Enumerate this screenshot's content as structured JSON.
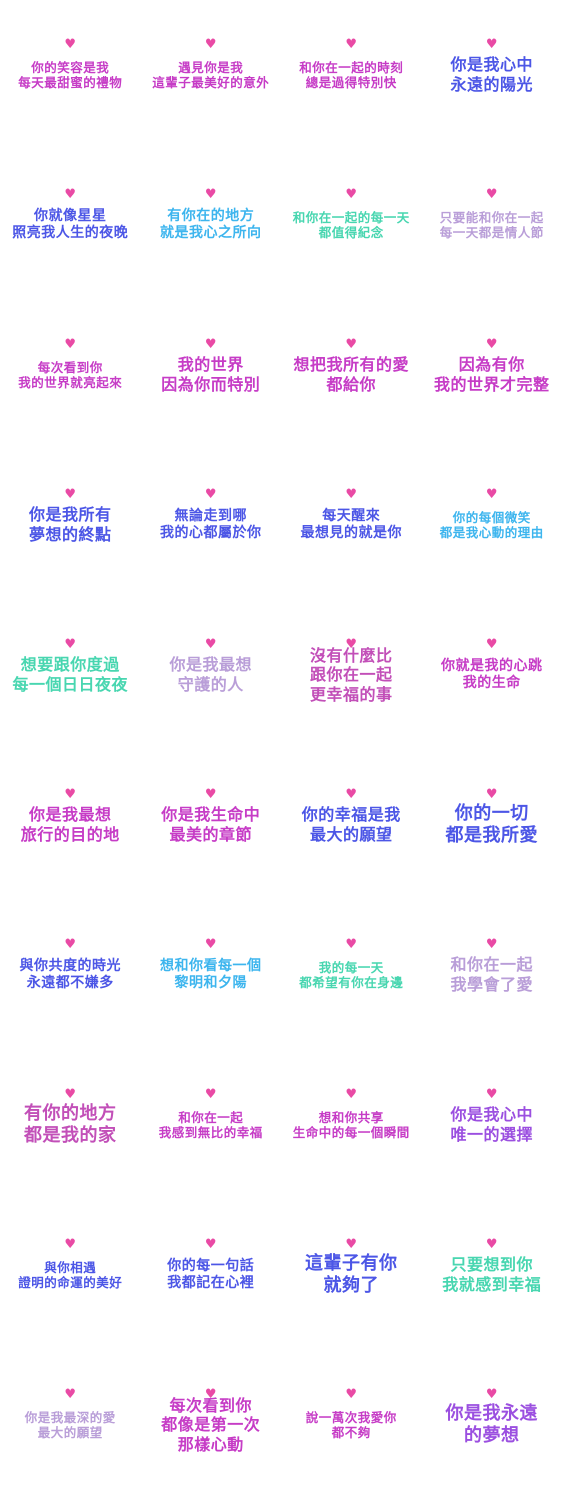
{
  "colors": {
    "heart": "#e94aa5",
    "magenta": "#c63cc6",
    "purple": "#9b4fe0",
    "blue": "#4c56e6",
    "sky": "#3db5ee",
    "teal": "#48d6b0",
    "lilac": "#b99ed8",
    "pink": "#c24fb8"
  },
  "heart_glyph": "♥",
  "stickers": [
    {
      "lines": [
        "你的笑容是我",
        "每天最甜蜜的禮物"
      ],
      "color": "magenta",
      "size": "xs"
    },
    {
      "lines": [
        "遇見你是我",
        "這輩子最美好的意外"
      ],
      "color": "magenta",
      "size": "xs"
    },
    {
      "lines": [
        "和你在一起的時刻",
        "總是過得特別快"
      ],
      "color": "magenta",
      "size": "xs"
    },
    {
      "lines": [
        "你是我心中",
        "永遠的陽光"
      ],
      "color": "blue",
      "size": "md"
    },
    {
      "lines": [
        "你就像星星",
        "照亮我人生的夜晚"
      ],
      "color": "blue",
      "size": "sm"
    },
    {
      "lines": [
        "有你在的地方",
        "就是我心之所向"
      ],
      "color": "sky",
      "size": "sm"
    },
    {
      "lines": [
        "和你在一起的每一天",
        "都值得紀念"
      ],
      "color": "teal",
      "size": "xs"
    },
    {
      "lines": [
        "只要能和你在一起",
        "每一天都是情人節"
      ],
      "color": "lilac",
      "size": "xs"
    },
    {
      "lines": [
        "每次看到你",
        "我的世界就亮起來"
      ],
      "color": "magenta",
      "size": "xs"
    },
    {
      "lines": [
        "我的世界",
        "因為你而特別"
      ],
      "color": "magenta",
      "size": "md"
    },
    {
      "lines": [
        "想把我所有的愛",
        "都給你"
      ],
      "color": "magenta",
      "size": "md"
    },
    {
      "lines": [
        "因為有你",
        "我的世界才完整"
      ],
      "color": "magenta",
      "size": "md"
    },
    {
      "lines": [
        "你是我所有",
        "夢想的終點"
      ],
      "color": "blue",
      "size": "md"
    },
    {
      "lines": [
        "無論走到哪",
        "我的心都屬於你"
      ],
      "color": "blue",
      "size": "sm"
    },
    {
      "lines": [
        "每天醒來",
        "最想見的就是你"
      ],
      "color": "blue",
      "size": "sm"
    },
    {
      "lines": [
        "你的每個微笑",
        "都是我心動的理由"
      ],
      "color": "sky",
      "size": "xs"
    },
    {
      "lines": [
        "想要跟你度過",
        "每一個日日夜夜"
      ],
      "color": "teal",
      "size": "md"
    },
    {
      "lines": [
        "你是我最想",
        "守護的人"
      ],
      "color": "lilac",
      "size": "md"
    },
    {
      "lines": [
        "沒有什麼比",
        "跟你在一起",
        "更幸福的事"
      ],
      "color": "pink",
      "size": "md"
    },
    {
      "lines": [
        "你就是我的心跳",
        "我的生命"
      ],
      "color": "magenta",
      "size": "sm"
    },
    {
      "lines": [
        "你是我最想",
        "旅行的目的地"
      ],
      "color": "magenta",
      "size": "md"
    },
    {
      "lines": [
        "你是我生命中",
        "最美的章節"
      ],
      "color": "magenta",
      "size": "md"
    },
    {
      "lines": [
        "你的幸福是我",
        "最大的願望"
      ],
      "color": "blue",
      "size": "md"
    },
    {
      "lines": [
        "你的一切",
        "都是我所愛"
      ],
      "color": "blue",
      "size": "lg"
    },
    {
      "lines": [
        "與你共度的時光",
        "永遠都不嫌多"
      ],
      "color": "blue",
      "size": "sm"
    },
    {
      "lines": [
        "想和你看每一個",
        "黎明和夕陽"
      ],
      "color": "sky",
      "size": "sm"
    },
    {
      "lines": [
        "我的每一天",
        "都希望有你在身邊"
      ],
      "color": "teal",
      "size": "xs"
    },
    {
      "lines": [
        "和你在一起",
        "我學會了愛"
      ],
      "color": "lilac",
      "size": "md"
    },
    {
      "lines": [
        "有你的地方",
        "都是我的家"
      ],
      "color": "pink",
      "size": "lg"
    },
    {
      "lines": [
        "和你在一起",
        "我感到無比的幸福"
      ],
      "color": "magenta",
      "size": "xs"
    },
    {
      "lines": [
        "想和你共享",
        "生命中的每一個瞬間"
      ],
      "color": "magenta",
      "size": "xs"
    },
    {
      "lines": [
        "你是我心中",
        "唯一的選擇"
      ],
      "color": "purple",
      "size": "md"
    },
    {
      "lines": [
        "與你相遇",
        "證明的命運的美好"
      ],
      "color": "blue",
      "size": "xs"
    },
    {
      "lines": [
        "你的每一句話",
        "我都記在心裡"
      ],
      "color": "blue",
      "size": "sm"
    },
    {
      "lines": [
        "這輩子有你",
        "就夠了"
      ],
      "color": "blue",
      "size": "lg"
    },
    {
      "lines": [
        "只要想到你",
        "我就感到幸福"
      ],
      "color": "teal",
      "size": "md"
    },
    {
      "lines": [
        "你是我最深的愛",
        "最大的願望"
      ],
      "color": "lilac",
      "size": "xs"
    },
    {
      "lines": [
        "每次看到你",
        "都像是第一次",
        "那樣心動"
      ],
      "color": "magenta",
      "size": "md"
    },
    {
      "lines": [
        "說一萬次我愛你",
        "都不夠"
      ],
      "color": "magenta",
      "size": "xs"
    },
    {
      "lines": [
        "你是我永遠",
        "的夢想"
      ],
      "color": "purple",
      "size": "lg"
    }
  ]
}
